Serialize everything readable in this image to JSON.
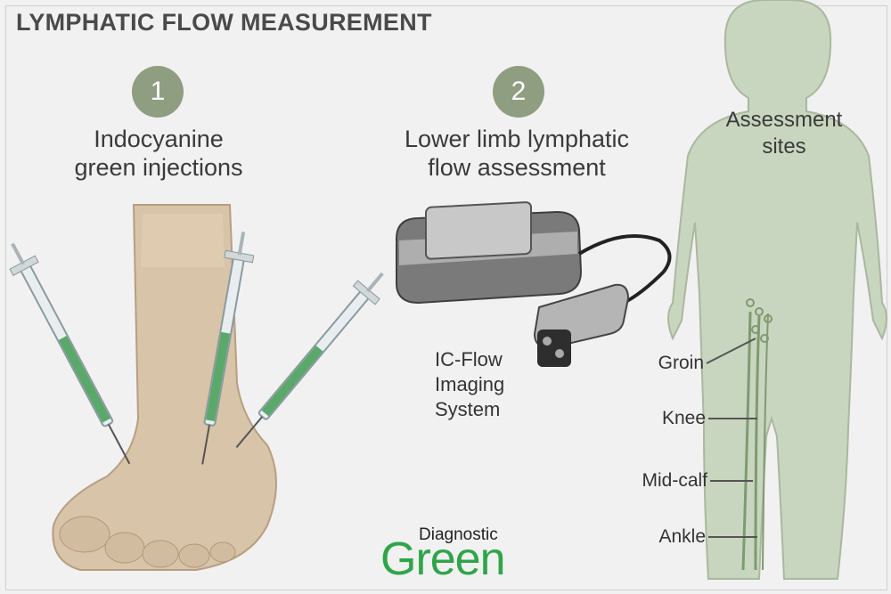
{
  "title": "LYMPHATIC FLOW MEASUREMENT",
  "steps": [
    {
      "number": "1",
      "caption_line1": "Indocyanine",
      "caption_line2": "green injections"
    },
    {
      "number": "2",
      "caption_line1": "Lower limb lymphatic",
      "caption_line2": "flow assessment"
    }
  ],
  "device": {
    "line1": "IC-Flow",
    "line2": "Imaging",
    "line3": "System"
  },
  "assessment": {
    "heading_line1": "Assessment",
    "heading_line2": "sites",
    "sites": [
      "Groin",
      "Knee",
      "Mid-calf",
      "Ankle"
    ]
  },
  "brand": {
    "small": "Diagnostic",
    "big": "Green",
    "color": "#2fa54a"
  },
  "colors": {
    "badge": "#8f9d80",
    "body": "#c9d6bf",
    "vessel": "#7f9a70",
    "syringe_fluid": "#5aa86a"
  }
}
